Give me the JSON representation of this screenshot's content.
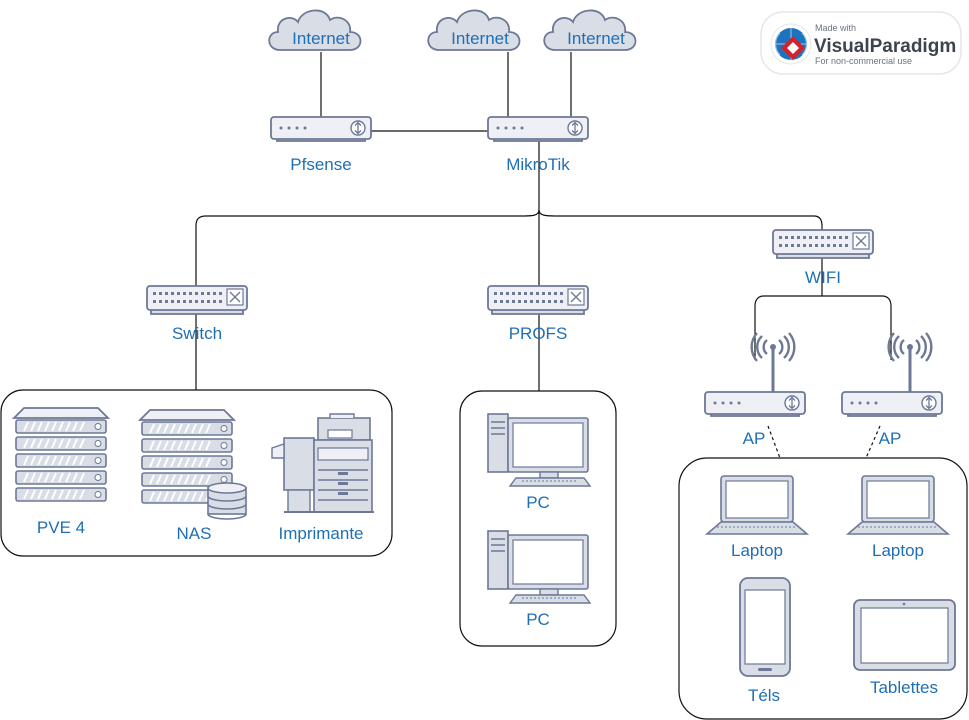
{
  "diagram": {
    "internet_labels": [
      "Internet",
      "Internet",
      "Internet"
    ],
    "routers": {
      "pfsense": "Pfsense",
      "mikrotik": "MikroTik"
    },
    "switches": {
      "switch": "Switch",
      "profs": "PROFS",
      "wifi": "WIFI"
    },
    "access_points": [
      "AP",
      "AP"
    ],
    "servers_group": {
      "pve": "PVE 4",
      "nas": "NAS",
      "printer": "Imprimante"
    },
    "profs_group": {
      "pc1": "PC",
      "pc2": "PC"
    },
    "wifi_group": {
      "laptop1": "Laptop",
      "laptop2": "Laptop",
      "phones": "Téls",
      "tablets": "Tablettes"
    }
  },
  "watermark": {
    "line1": "Made with",
    "line2": "VisualParadigm",
    "line3": "For non-commercial use"
  },
  "colors": {
    "label": "#1f6fb5",
    "device_fill": "#d9dde6",
    "device_stroke": "#6c7896",
    "line": "#111111"
  }
}
